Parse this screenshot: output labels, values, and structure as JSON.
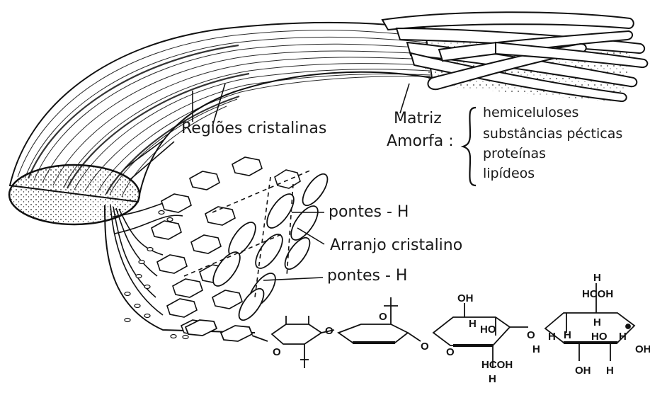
{
  "labels": {
    "crystalline_regions": "Regiões cristalinas",
    "matrix_line1": "Matriz",
    "matrix_line2": "Amorfa :",
    "h_bonds_top": "pontes - H",
    "crystalline_arrangement": "Arranjo cristalino",
    "h_bonds_bottom": "pontes - H"
  },
  "matrix_components": [
    "hemiceluloses",
    "substâncias pécticas",
    "proteínas",
    "lipídeos"
  ],
  "chem_labels": {
    "oh": "OH",
    "ho": "HO",
    "h": "H",
    "o": "O",
    "hcoh": "HCOH",
    "h2coh": "HCOH"
  },
  "colors": {
    "ink": "#1a1a1a",
    "background": "#ffffff"
  }
}
